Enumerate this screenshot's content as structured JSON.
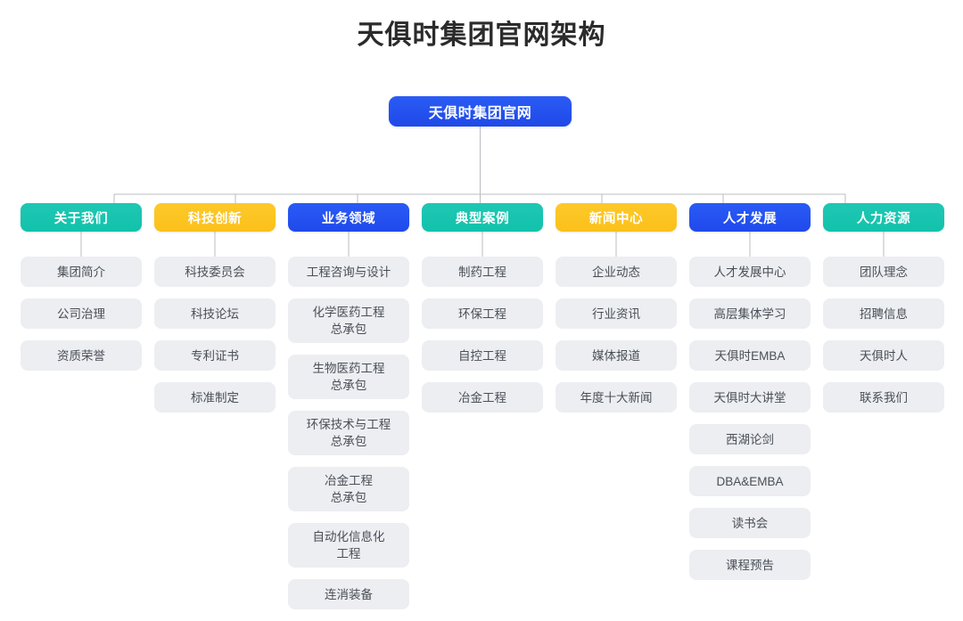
{
  "title": "天俱时集团官网架构",
  "root": {
    "label": "天俱时集团官网",
    "color": "#2a5bf5"
  },
  "palette": {
    "teal": "#12c2ab",
    "yellow": "#fbc01a",
    "blue": "#2a5bf5",
    "leaf_bg": "#eceef1",
    "leaf_text": "#4a4f57",
    "background": "#ffffff",
    "connector": "#b9bcc2",
    "title_text": "#2b2b2b"
  },
  "columns": [
    {
      "header": "关于我们",
      "color": "teal",
      "items": [
        "集团简介",
        "公司治理",
        "资质荣誉"
      ]
    },
    {
      "header": "科技创新",
      "color": "yellow",
      "items": [
        "科技委员会",
        "科技论坛",
        "专利证书",
        "标准制定"
      ]
    },
    {
      "header": "业务领域",
      "color": "blue",
      "items": [
        "工程咨询与设计",
        "化学医药工程\n总承包",
        "生物医药工程\n总承包",
        "环保技术与工程\n总承包",
        "冶金工程\n总承包",
        "自动化信息化\n工程",
        "连消装备"
      ]
    },
    {
      "header": "典型案例",
      "color": "teal",
      "items": [
        "制药工程",
        "环保工程",
        "自控工程",
        "冶金工程"
      ]
    },
    {
      "header": "新闻中心",
      "color": "yellow",
      "items": [
        "企业动态",
        "行业资讯",
        "媒体报道",
        "年度十大新闻"
      ]
    },
    {
      "header": "人才发展",
      "color": "blue",
      "items": [
        "人才发展中心",
        "高层集体学习",
        "天俱时EMBA",
        "天俱时大讲堂",
        "西湖论剑",
        "DBA&EMBA",
        "读书会",
        "课程预告"
      ]
    },
    {
      "header": "人力资源",
      "color": "teal",
      "items": [
        "团队理念",
        "招聘信息",
        "天俱时人",
        "联系我们"
      ]
    }
  ]
}
